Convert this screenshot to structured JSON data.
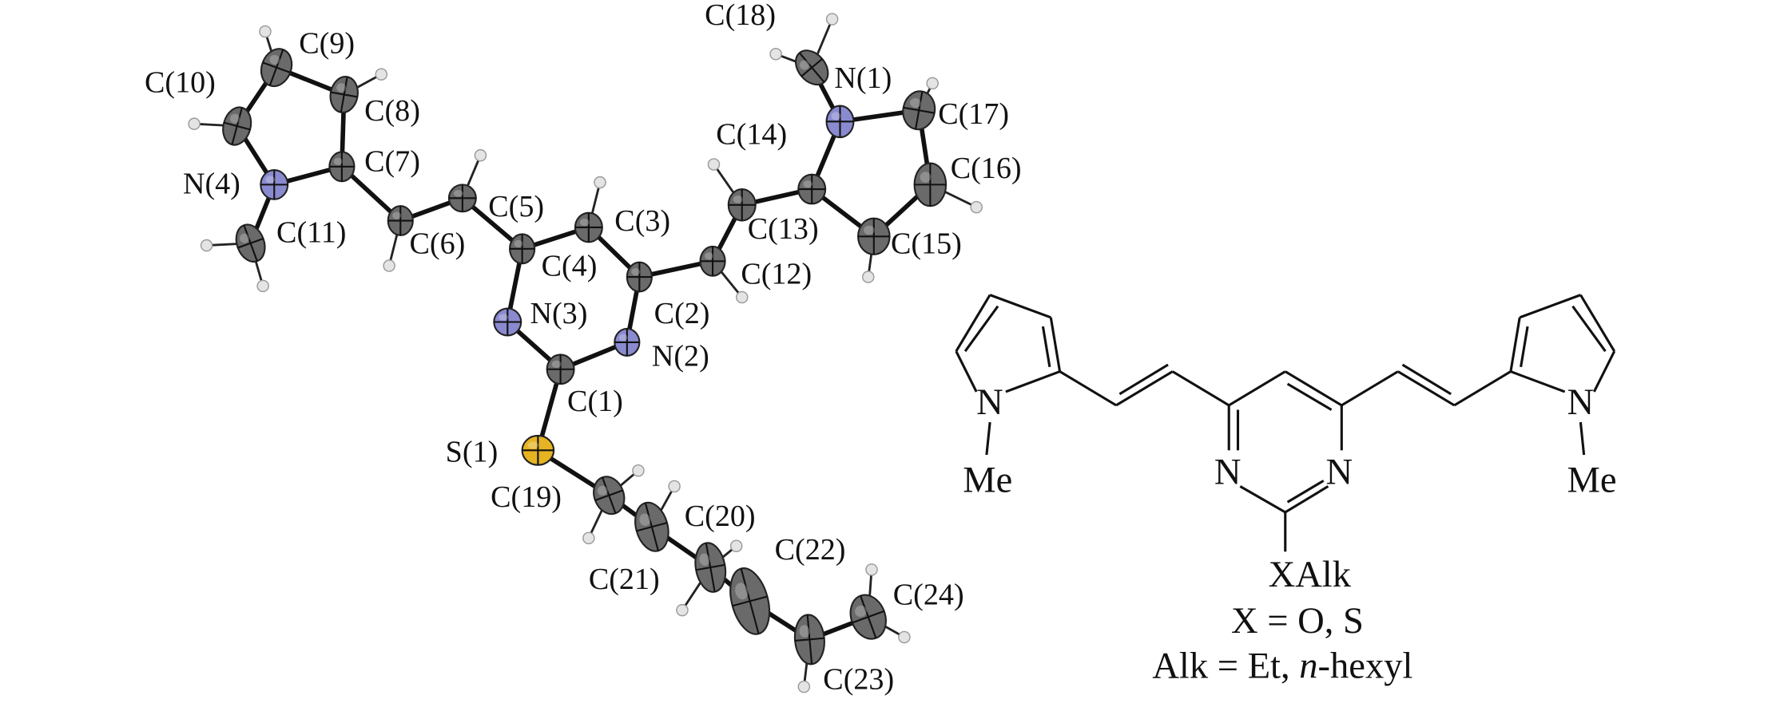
{
  "ortep": {
    "labels": {
      "C18": "C(18)",
      "C9": "C(9)",
      "C10": "C(10)",
      "N1": "N(1)",
      "C8": "C(8)",
      "C17": "C(17)",
      "C14": "C(14)",
      "C7": "C(7)",
      "N4": "N(4)",
      "C16": "C(16)",
      "C5": "C(5)",
      "C3": "C(3)",
      "C11": "C(11)",
      "C6": "C(6)",
      "C13": "C(13)",
      "C15": "C(15)",
      "C4": "C(4)",
      "C12": "C(12)",
      "C2": "C(2)",
      "N3": "N(3)",
      "N2": "N(2)",
      "C1": "C(1)",
      "S1": "S(1)",
      "C19": "C(19)",
      "C20": "C(20)",
      "C22": "C(22)",
      "C21": "C(21)",
      "C24": "C(24)",
      "C23": "C(23)"
    },
    "colors": {
      "carbon": "#6a6a6a",
      "nitrogen": "#8a8ad0",
      "sulfur": "#e6b422",
      "hydrogen": "#e4e4e4"
    }
  },
  "scheme": {
    "n_left": "N",
    "n_right": "N",
    "n_ring_left": "N",
    "n_ring_right": "N",
    "me_left": "Me",
    "me_right": "Me",
    "substituent": "XAlk",
    "x_def": "X = O, S",
    "alk_def_prefix": "Alk = Et, ",
    "alk_def_italic": "n",
    "alk_def_suffix": "-hexyl"
  }
}
